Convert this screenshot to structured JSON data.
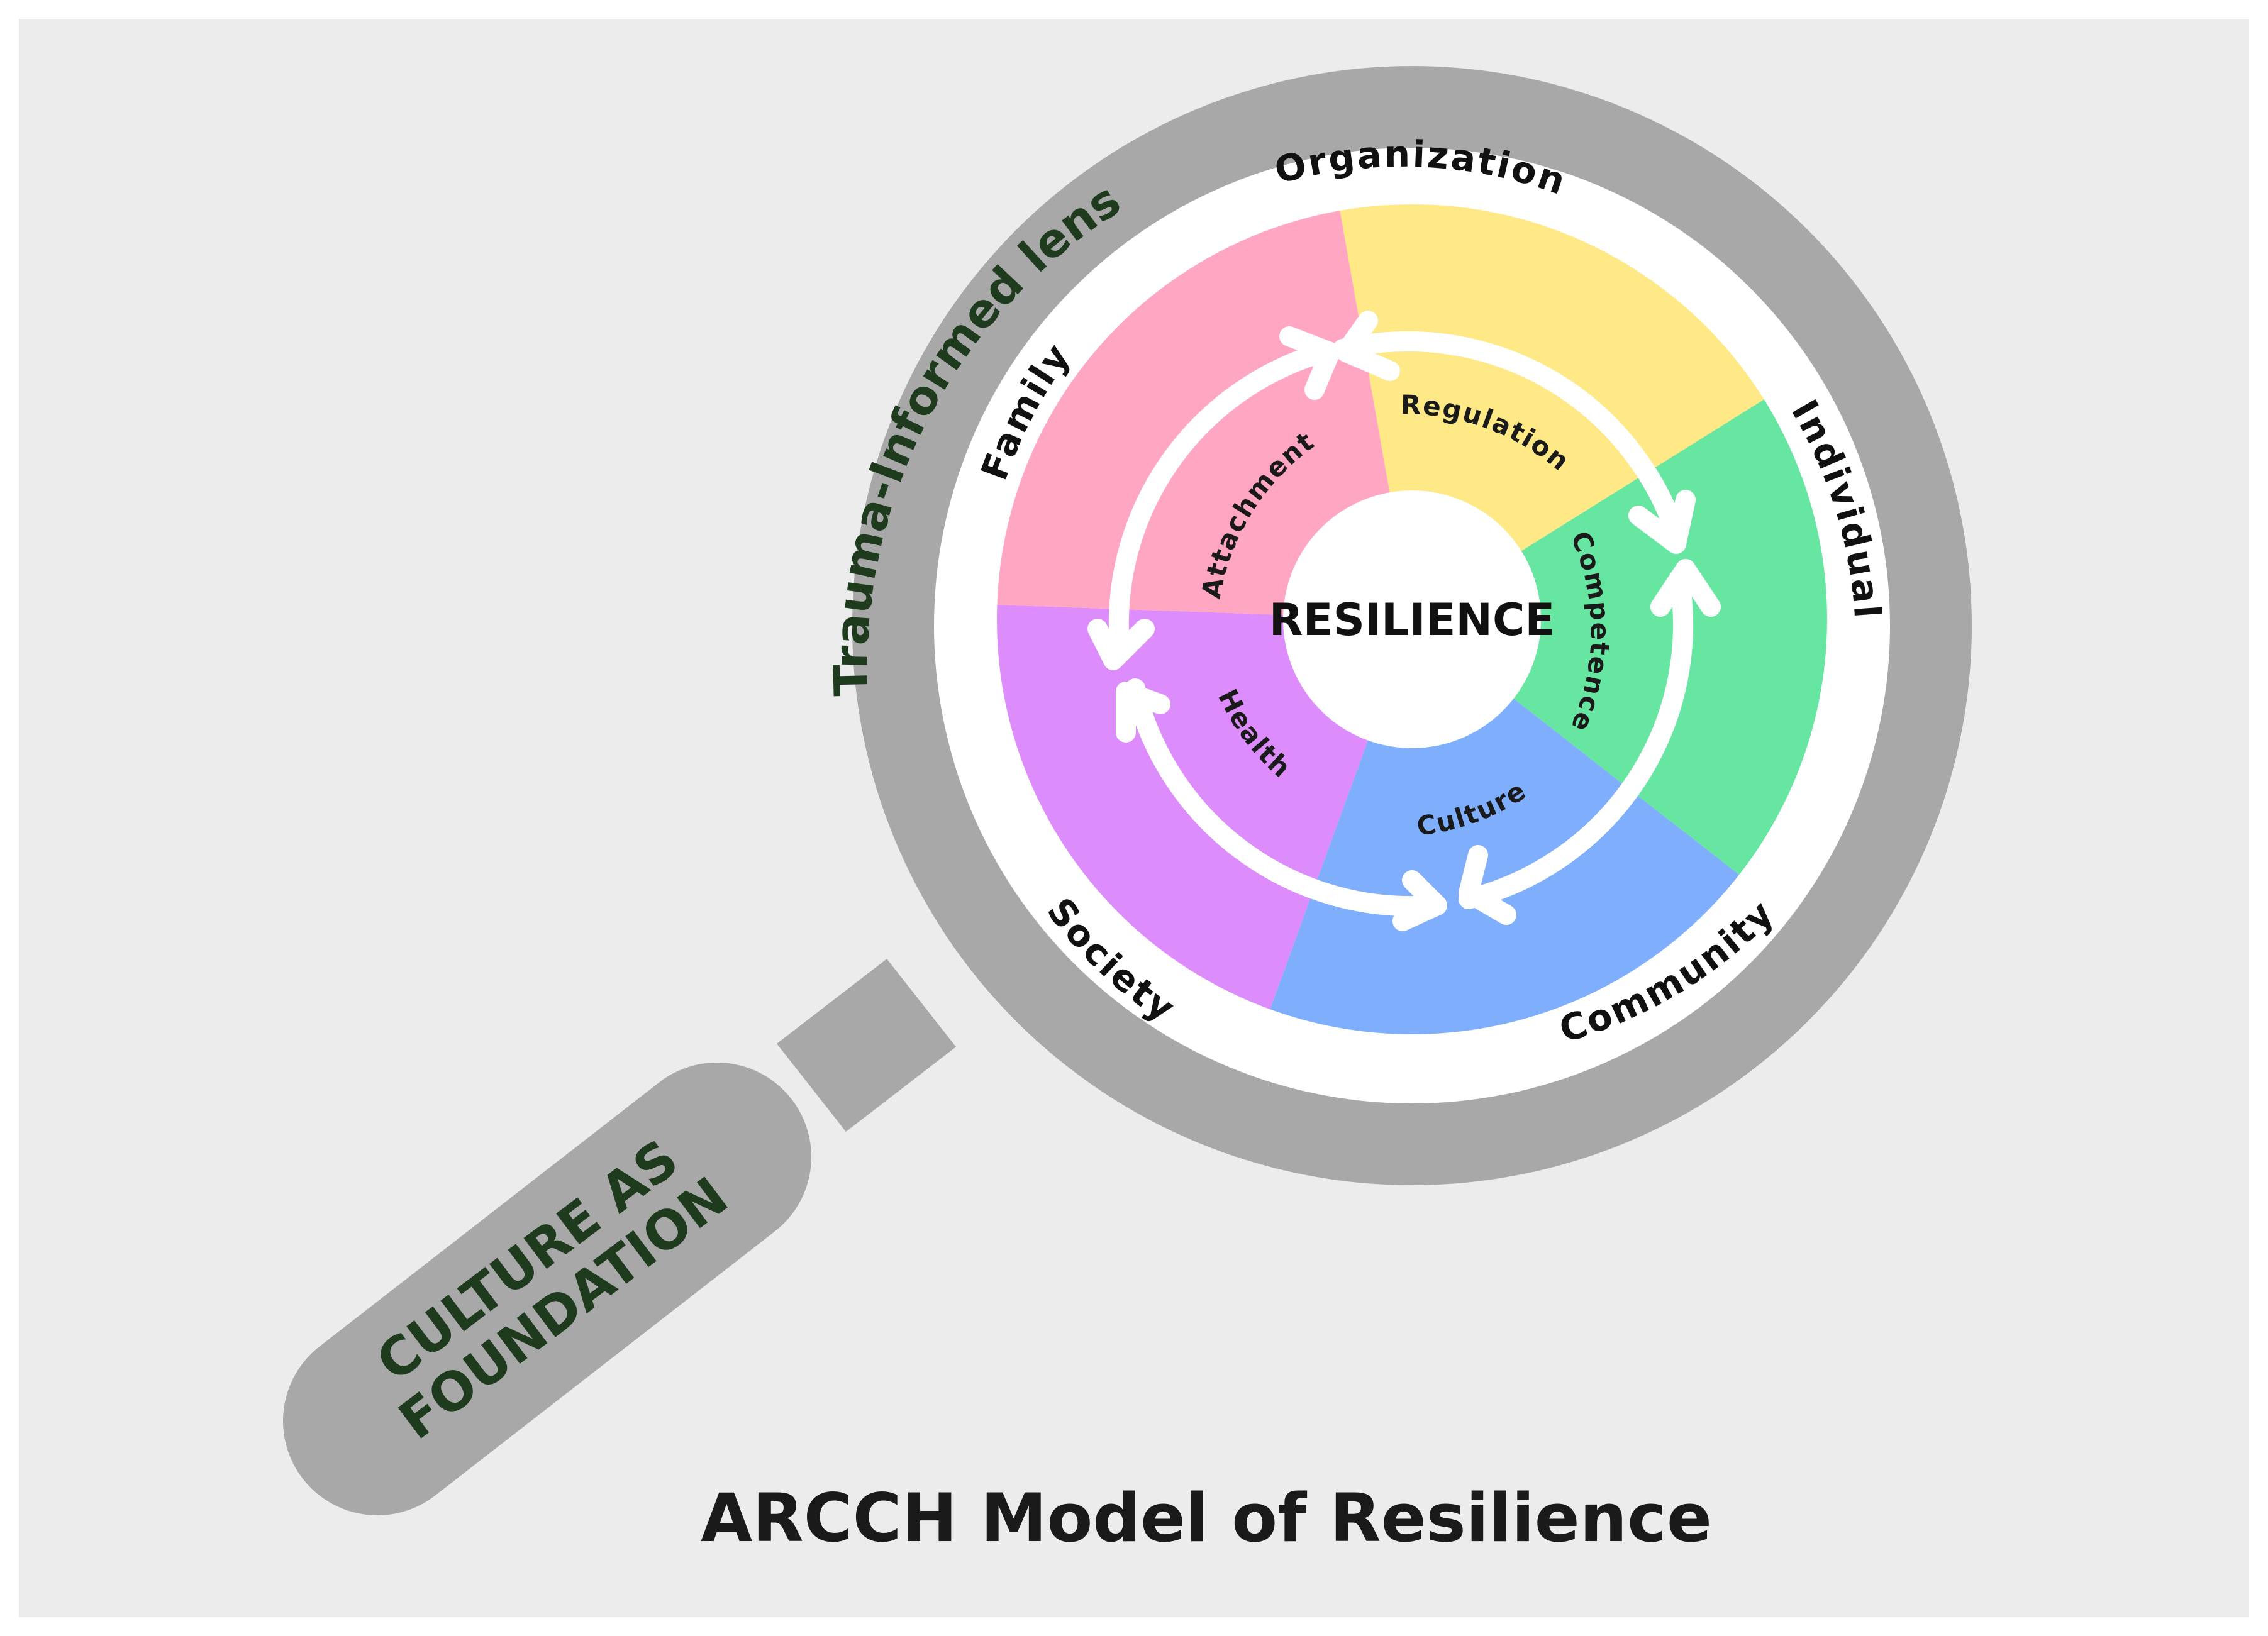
{
  "title": "ARCCH Model of Resilience",
  "center_label": "RESILIENCE",
  "lens_label": "Trauma-Informed lens",
  "handle_label": {
    "line1": "CULTURE AS",
    "line2": "FOUNDATION"
  },
  "outer_labels": {
    "organization": "Organization",
    "individual": "Individual",
    "community": "Community",
    "society": "Society",
    "family": "Family"
  },
  "segments": [
    {
      "key": "regulation",
      "label": "Regulation",
      "color": "#FFE886"
    },
    {
      "key": "competence",
      "label": "Competence",
      "color": "#66E6A0"
    },
    {
      "key": "culture",
      "label": "Culture",
      "color": "#7EAEFC"
    },
    {
      "key": "health",
      "label": "Health",
      "color": "#DD8CFB"
    },
    {
      "key": "attachment",
      "label": "Attachment",
      "color": "#FFA6C3"
    }
  ],
  "colors": {
    "background": "#ECECEC",
    "lens_ring": "#A8A8A8",
    "lens_text": "#1E3B1E",
    "label_text": "#111111"
  }
}
